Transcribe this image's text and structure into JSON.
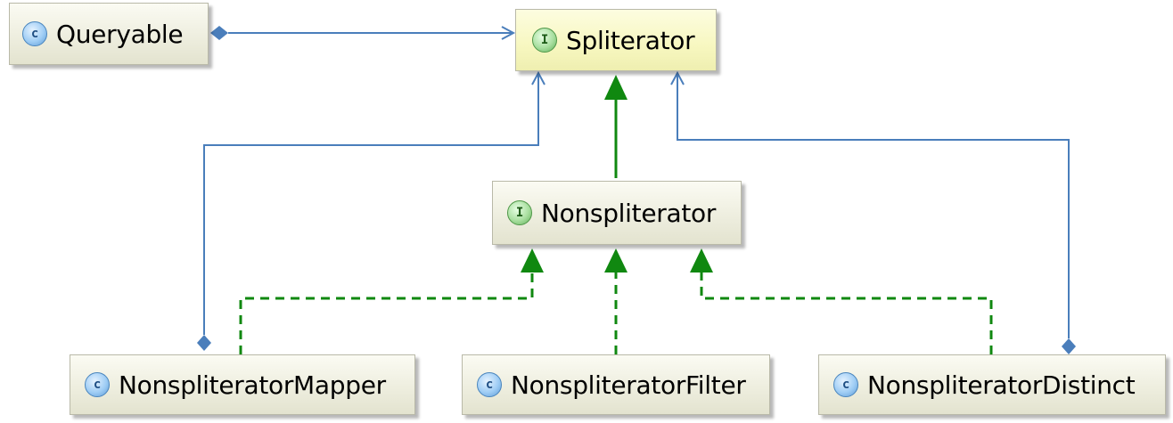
{
  "nodes": {
    "queryable": {
      "kind": "class",
      "badge": "c",
      "label": "Queryable"
    },
    "spliterator": {
      "kind": "interface",
      "badge": "I",
      "label": "Spliterator"
    },
    "nonspliterator": {
      "kind": "interface",
      "badge": "I",
      "label": "Nonspliterator"
    },
    "mapper": {
      "kind": "class",
      "badge": "c",
      "label": "NonspliteratorMapper"
    },
    "filter": {
      "kind": "class",
      "badge": "c",
      "label": "NonspliteratorFilter"
    },
    "distinct": {
      "kind": "class",
      "badge": "c",
      "label": "NonspliteratorDistinct"
    }
  },
  "relations": [
    {
      "type": "association",
      "from": "Queryable",
      "to": "Spliterator"
    },
    {
      "type": "association",
      "from": "NonspliteratorMapper",
      "to": "Spliterator"
    },
    {
      "type": "association",
      "from": "NonspliteratorDistinct",
      "to": "Spliterator"
    },
    {
      "type": "generalization",
      "from": "Nonspliterator",
      "to": "Spliterator"
    },
    {
      "type": "realization",
      "from": "NonspliteratorMapper",
      "to": "Nonspliterator"
    },
    {
      "type": "realization",
      "from": "NonspliteratorFilter",
      "to": "Nonspliterator"
    },
    {
      "type": "realization",
      "from": "NonspliteratorDistinct",
      "to": "Nonspliterator"
    }
  ],
  "colors": {
    "association": "#4a7ebb",
    "inheritance": "#108810"
  }
}
